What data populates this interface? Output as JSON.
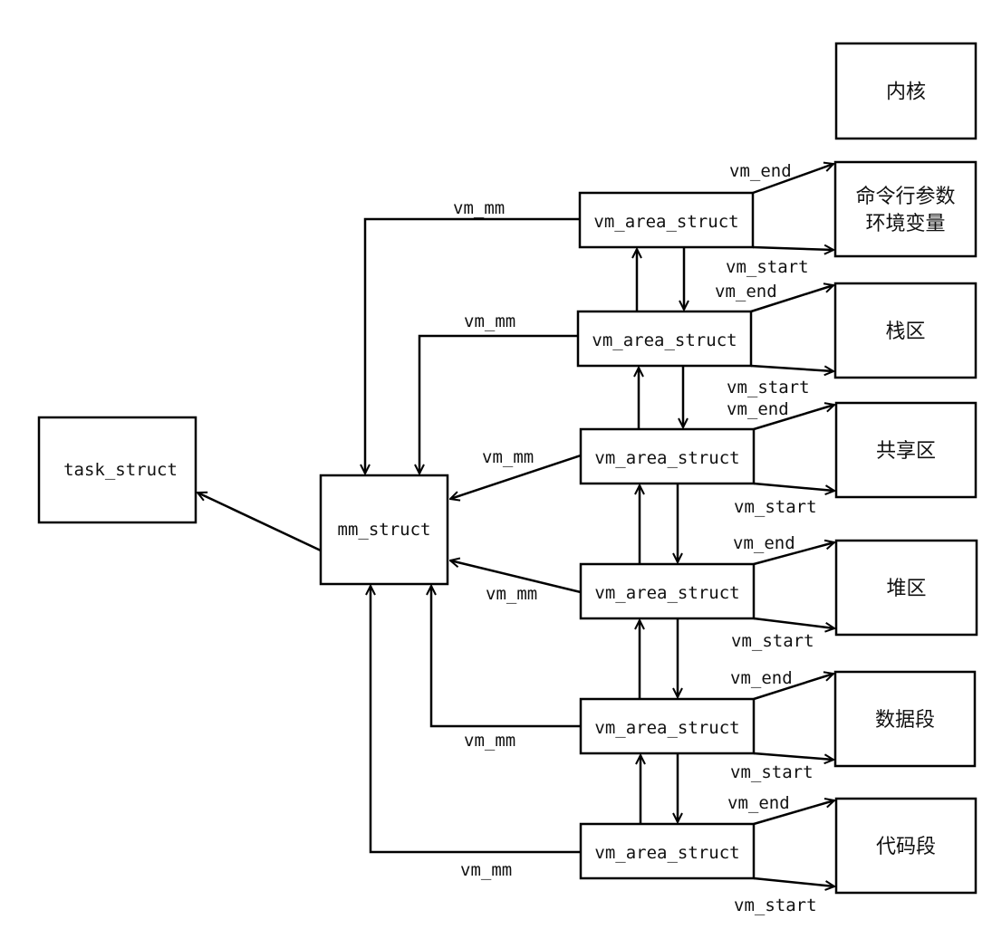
{
  "task_struct": {
    "label": "task_struct"
  },
  "mm_struct": {
    "label": "mm_struct"
  },
  "vma": {
    "label": "vm_area_struct",
    "link_label": "vm_mm",
    "start_label": "vm_start",
    "end_label": "vm_end"
  },
  "regions": [
    {
      "lines": [
        "内核"
      ]
    },
    {
      "lines": [
        "命令行参数",
        "环境变量"
      ]
    },
    {
      "lines": [
        "栈区"
      ]
    },
    {
      "lines": [
        "共享区"
      ]
    },
    {
      "lines": [
        "堆区"
      ]
    },
    {
      "lines": [
        "数据段"
      ]
    },
    {
      "lines": [
        "代码段"
      ]
    }
  ],
  "colors": {
    "stroke": "#000000",
    "background": "#ffffff"
  }
}
